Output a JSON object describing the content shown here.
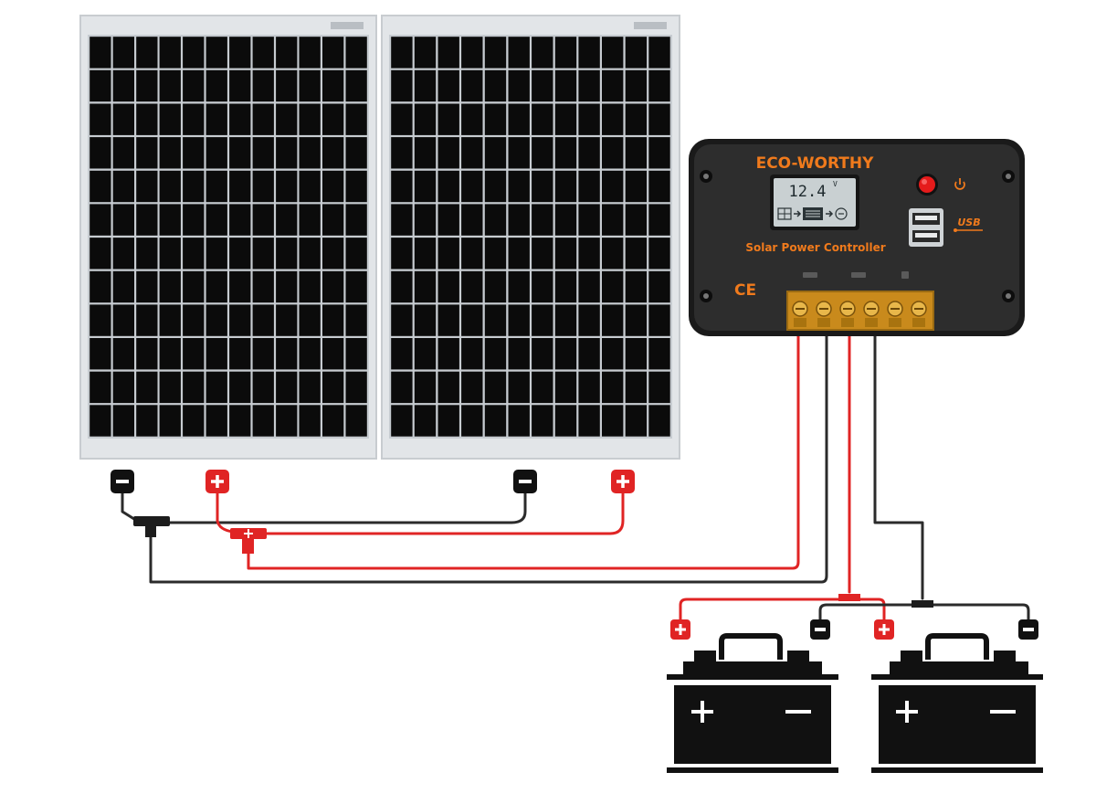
{
  "controller": {
    "brand": "ECO-WORTHY",
    "subtitle": "Solar Power Controller",
    "ce_mark": "CE",
    "usb_label": "USB",
    "display_value": "12.4",
    "display_unit": "V"
  },
  "colors": {
    "positive_wire": "#e02424",
    "negative_wire": "#2b2b2b",
    "controller_body": "#2a2a2a",
    "brand_orange": "#f07a1c",
    "terminal_brass": "#c98a1c",
    "panel_cell": "#0b0b0b",
    "panel_frame": "#d9dcdf"
  },
  "icons": {
    "positive": "plus-sign",
    "negative": "minus-sign",
    "power": "power-icon",
    "usb": "usb-icon"
  }
}
